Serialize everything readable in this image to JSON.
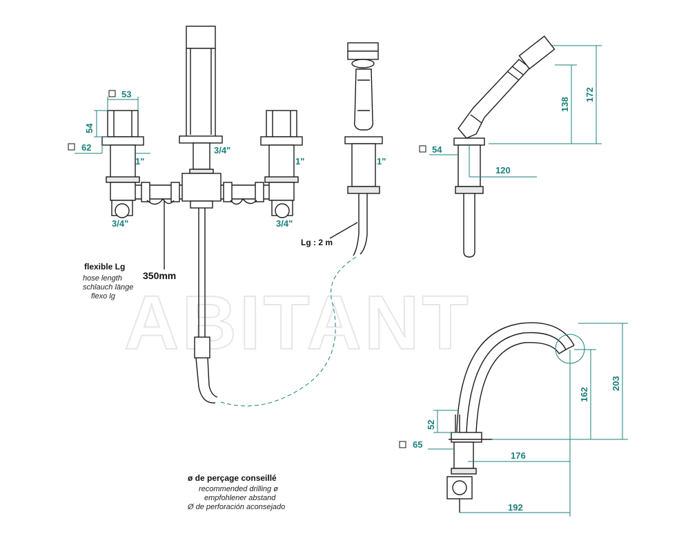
{
  "watermark": "ABITANT",
  "dimensions": {
    "d53": "53",
    "d54_top": "54",
    "d62": "62",
    "in1_left": "1\"",
    "in34_center": "3/4\"",
    "in1_right": "1\"",
    "in34_bl": "3/4\"",
    "in34_br": "3/4\"",
    "in1_shower": "1\"",
    "lg2m": "Lg : 2 m",
    "mm350": "350mm",
    "d54_side": "54",
    "d120": "120",
    "d138": "138",
    "d172": "172",
    "d52": "52",
    "d65": "65",
    "d176": "176",
    "d162": "162",
    "d203": "203",
    "d192": "192"
  },
  "labels": {
    "flexible_title": "flexible Lg",
    "flexible_en": "hose length",
    "flexible_de": "schlauch länge",
    "flexible_es": "flexo lg",
    "drill_title": "ø de perçage conseillé",
    "drill_en": "recommended drilling ø",
    "drill_de": "empfohlener abstand",
    "drill_es": "Ø de perforación aconsejado"
  },
  "colors": {
    "dimension": "#1a7f7a",
    "outline": "#1b1b1b",
    "watermark": "#e6e6e6"
  }
}
